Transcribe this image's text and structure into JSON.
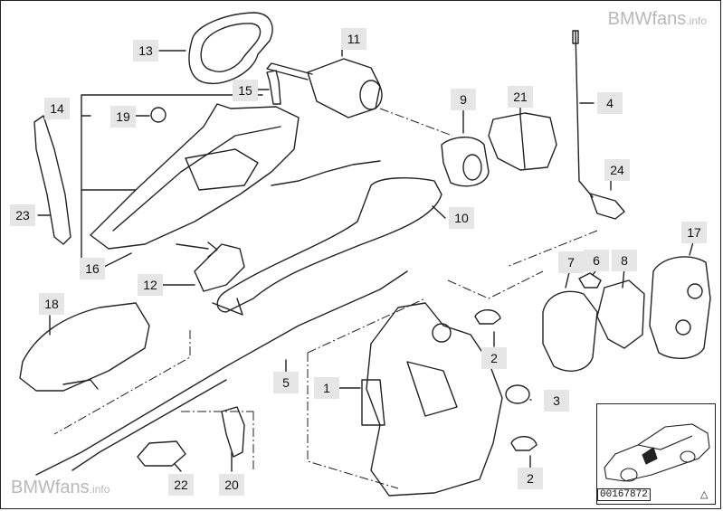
{
  "watermark": {
    "top_brand": "BMWfans",
    "top_suffix": ".info",
    "bottom_brand": "BMWfans",
    "bottom_suffix": ".info"
  },
  "catalog_number": "00167872",
  "corner_mark": "△",
  "callouts": {
    "c1": "1",
    "c2a": "2",
    "c2b": "2",
    "c3": "3",
    "c4": "4",
    "c5": "5",
    "c6": "6",
    "c7": "7",
    "c8": "8",
    "c9": "9",
    "c10": "10",
    "c11": "11",
    "c12": "12",
    "c13": "13",
    "c14": "14",
    "c15": "15",
    "c16": "16",
    "c17": "17",
    "c18": "18",
    "c19": "19",
    "c20": "20",
    "c21": "21",
    "c22": "22",
    "c23": "23",
    "c24": "24"
  },
  "colors": {
    "line": "#222222",
    "label_bg": "#e6e6e6",
    "watermark": "#b8b8b8"
  }
}
